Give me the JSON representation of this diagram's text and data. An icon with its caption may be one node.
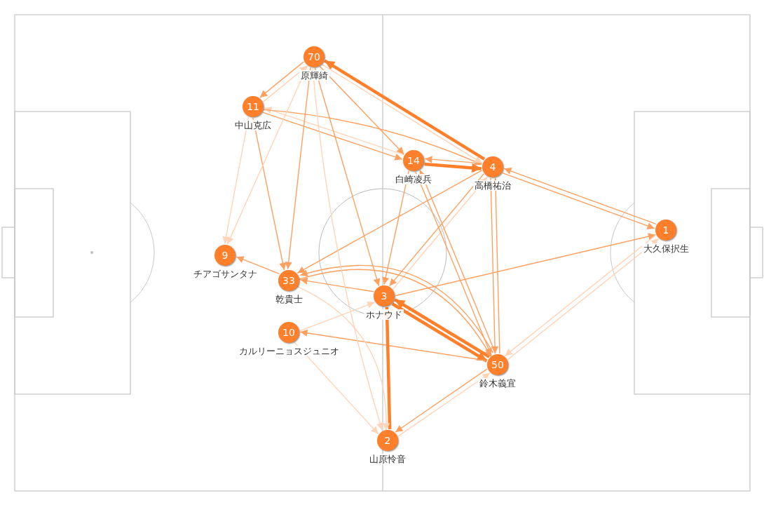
{
  "diagram": {
    "nodes": [
      {
        "text": [
          "70",
          "原輝綺"
        ]
      },
      {
        "text": [
          "11",
          "中山克広"
        ]
      },
      {
        "text": [
          "14",
          "白崎凌兵"
        ]
      },
      {
        "text": [
          "4",
          "高橋祐治"
        ]
      },
      {
        "text": [
          "1",
          "大久保択生"
        ]
      },
      {
        "text": [
          "9",
          "チアゴサンタナ"
        ]
      },
      {
        "text": [
          "33",
          "乾貴士"
        ]
      },
      {
        "text": [
          "3",
          "ホナウド"
        ]
      },
      {
        "text": [
          "10",
          "カルリーニョスジュニオ"
        ]
      },
      {
        "text": [
          "50",
          "鈴木義宜"
        ]
      },
      {
        "text": [
          "2",
          "山原怜音"
        ]
      }
    ],
    "edges": [
      {
        "from": 0,
        "to": 1,
        "arrow": "to"
      },
      {
        "from": 1,
        "to": 0,
        "arrow": "to",
        "color": "#ffd4b8"
      },
      {
        "from": 3,
        "to": 0,
        "arrow": "to",
        "style": "thick",
        "color": "#ff7f2a"
      },
      {
        "from": 2,
        "to": 3,
        "arrow": "to",
        "style": "thick",
        "color": "#ff7f2a"
      },
      {
        "from": 3,
        "to": 2,
        "arrow": "to"
      },
      {
        "from": 1,
        "to": 2,
        "arrow": "to"
      },
      {
        "from": 2,
        "to": 1,
        "arrow": "to",
        "color": "#ffd4b8"
      },
      {
        "from": 1,
        "to": 3,
        "arrow": "to"
      },
      {
        "from": 0,
        "to": 2,
        "arrow": "to"
      },
      {
        "from": 0,
        "to": 3,
        "arrow": "to",
        "color": "#ffd4b8"
      },
      {
        "from": 4,
        "to": 3,
        "arrow": "to"
      },
      {
        "from": 3,
        "to": 4,
        "arrow": "to"
      },
      {
        "from": 7,
        "to": 4,
        "arrow": "to"
      },
      {
        "from": 9,
        "to": 4,
        "arrow": "to",
        "color": "#ffd4b8"
      },
      {
        "from": 4,
        "to": 9,
        "arrow": "to",
        "color": "#ffd4b8"
      },
      {
        "from": 3,
        "to": 9,
        "arrow": "to"
      },
      {
        "from": 9,
        "to": 3,
        "arrow": "to"
      },
      {
        "from": 3,
        "to": 7,
        "arrow": "to"
      },
      {
        "from": 7,
        "to": 3,
        "arrow": "to",
        "color": "#ffd4b8"
      },
      {
        "from": 2,
        "to": 7,
        "arrow": "to"
      },
      {
        "from": 7,
        "to": 9,
        "arrow": "to",
        "style": "thick",
        "color": "#ff7f2a"
      },
      {
        "from": 9,
        "to": 7,
        "arrow": "to",
        "style": "thick",
        "color": "#ff7f2a"
      },
      {
        "from": 6,
        "to": 9,
        "arrow": "to"
      },
      {
        "from": 9,
        "to": 6,
        "arrow": "to"
      },
      {
        "from": 9,
        "to": 8,
        "arrow": "to"
      },
      {
        "from": 7,
        "to": 6,
        "arrow": "to"
      },
      {
        "from": 8,
        "to": 7,
        "arrow": "to",
        "color": "#ffd4b8"
      },
      {
        "from": 10,
        "to": 7,
        "arrow": "to",
        "style": "thick",
        "color": "#ff7f2a"
      },
      {
        "from": 9,
        "to": 10,
        "arrow": "to"
      },
      {
        "from": 10,
        "to": 9,
        "arrow": "to",
        "color": "#ffd4b8"
      },
      {
        "from": 1,
        "to": 6,
        "arrow": "to"
      },
      {
        "from": 0,
        "to": 6,
        "arrow": "to"
      },
      {
        "from": 3,
        "to": 6,
        "arrow": "to"
      },
      {
        "from": 6,
        "to": 5,
        "arrow": "to"
      },
      {
        "from": 0,
        "to": 7,
        "arrow": "to"
      },
      {
        "from": 2,
        "to": 9,
        "arrow": "to"
      },
      {
        "from": 9,
        "to": 2,
        "arrow": "to"
      },
      {
        "from": 0,
        "to": 5,
        "arrow": "to",
        "color": "#ffd4b8"
      },
      {
        "from": 1,
        "to": 5,
        "arrow": "to",
        "color": "#ffd4b8"
      },
      {
        "from": 6,
        "to": 10,
        "arrow": "to",
        "color": "#ffd4b8"
      },
      {
        "from": 8,
        "to": 10,
        "arrow": "to",
        "color": "#ffd4b8"
      },
      {
        "from": 0,
        "to": 10,
        "arrow": "to",
        "color": "#ffd4b8"
      }
    ]
  }
}
